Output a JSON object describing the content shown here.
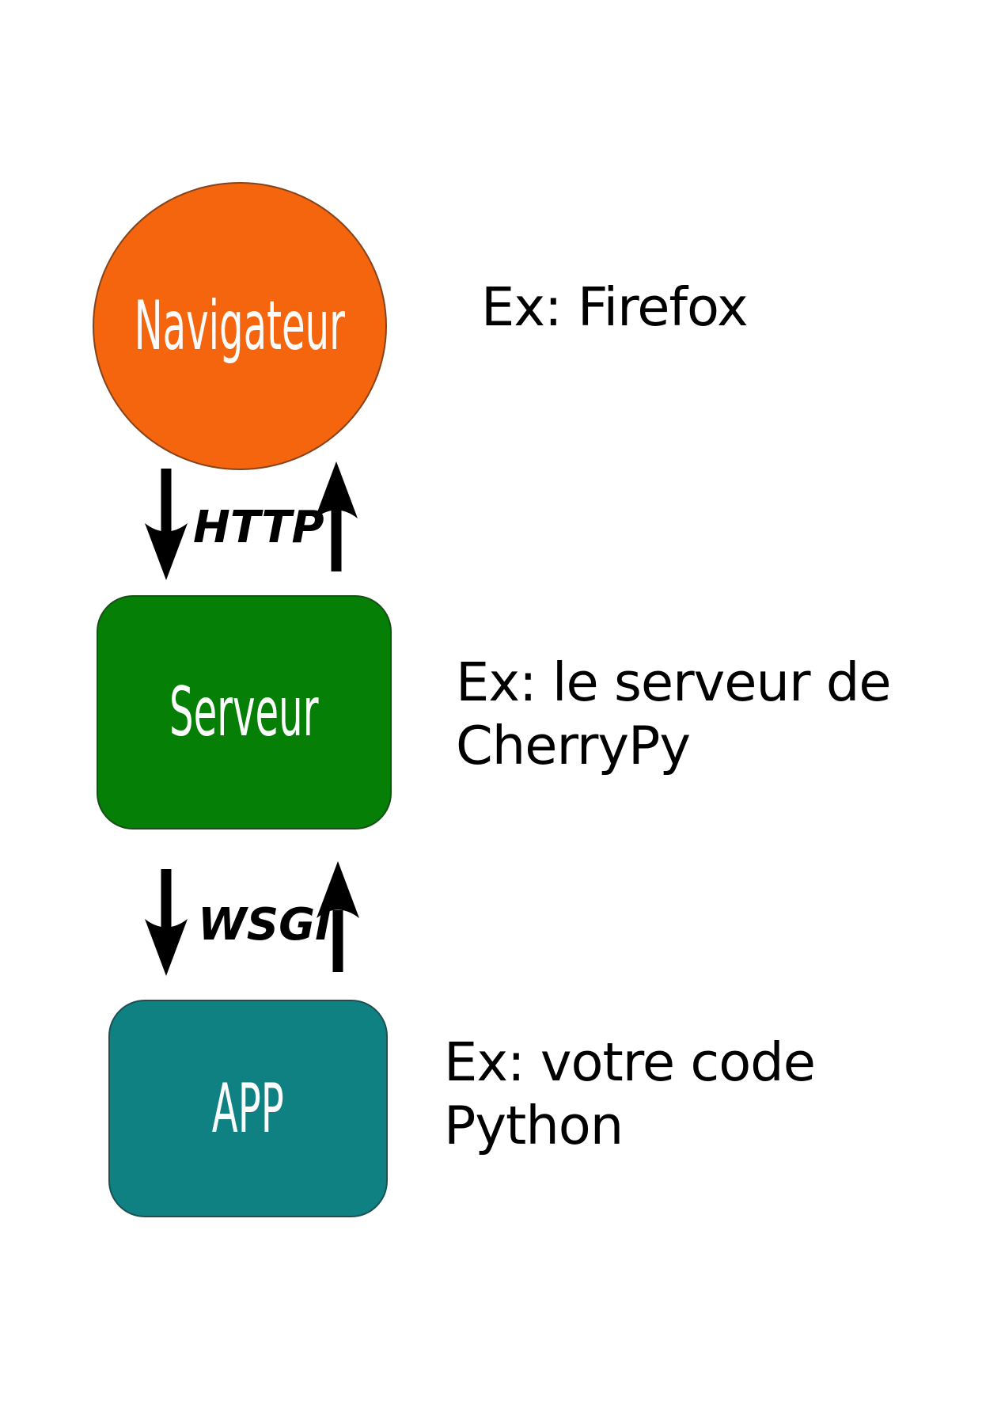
{
  "diagram": {
    "background_color": "#ffffff",
    "arrow_color": "#000000",
    "annotation_text_color": "#000000",
    "nodes": [
      {
        "id": "navigateur",
        "label": "Navigateur",
        "shape": "ellipse",
        "fill": "#f4650e",
        "label_color": "#fcfcfc"
      },
      {
        "id": "serveur",
        "label": "Serveur",
        "shape": "rounded-rectangle",
        "fill": "#067f06",
        "label_color": "#fcfcfc"
      },
      {
        "id": "app",
        "label": "APP",
        "shape": "rounded-rectangle",
        "fill": "#108183",
        "label_color": "#fcfcfc"
      }
    ],
    "connections": [
      {
        "id": "http",
        "label": "HTTP",
        "from": "navigateur",
        "to": "serveur",
        "bidirectional": true
      },
      {
        "id": "wsgi",
        "label": "WSGI",
        "from": "serveur",
        "to": "app",
        "bidirectional": true
      }
    ],
    "annotations": [
      {
        "id": "firefox",
        "for": "navigateur",
        "text": "Ex: Firefox"
      },
      {
        "id": "cherrypy",
        "for": "serveur",
        "text": "Ex: le serveur de\nCherryPy"
      },
      {
        "id": "python",
        "for": "app",
        "text": "Ex: votre code\nPython"
      }
    ]
  }
}
